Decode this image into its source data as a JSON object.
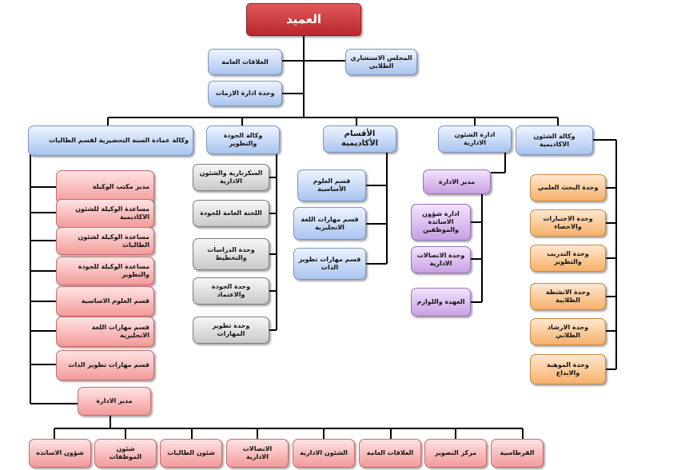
{
  "dean": "العميد",
  "council": "المجلس الاستشاري الطلابي",
  "public_relations": "العلاقات العامة",
  "crisis_unit": "وحدة ادارة الازمات",
  "departments": {
    "prep_agency": "وكالة عمادة السنة التحضيرية لقسم الطالبات",
    "quality_agency": "وكالة الجودة والتطوير",
    "academic_depts": "الأقسام الأكاديمية",
    "admin_affairs": "ادارة الشئون الادارية",
    "academic_agency": "وكالة الشئون الاكاديمية"
  },
  "prep_items": [
    "مدير مكتب الوكيلة",
    "مساعدة الوكيلة للشئون الاكاديمية",
    "مساعدة الوكيلة لشئون الطالبات",
    "مساعدة الوكيلة للجودة والتطوير",
    "قسم العلوم الاساسية",
    "قسم مهارات اللغة الانجليزية",
    "قسم مهارات تطوير الذات"
  ],
  "admin_manager": "مدير الادارة",
  "quality_items": [
    "السكرتارية والشئون الادارية",
    "اللجنة العامة للجودة",
    "وحدة الدراسات والتخطيط",
    "وحدة الجودة والاعتماد",
    "وحدة تطوير المهارات"
  ],
  "academic_items": [
    "قسم العلوم الأساسية",
    "قسم مهارات اللغة الانجليزية",
    "قسم مهارات تطوير الذات"
  ],
  "admin_affairs_manager": "مدير الادارة",
  "admin_affairs_items": [
    "ادارة شؤون الاساتذة والموظفين",
    "وحدة الاتصالات الادارية",
    "العهدة واللوازم"
  ],
  "academic_agency_items": [
    "وحدة البحث العلمي",
    "وحدة الاختبارات والاحصاء",
    "وحدة التدريب والتطوير",
    "وحدة الانشطة الطلابية",
    "وحدة الارشاد الطلابي",
    "وحدة الموهبة والابداع"
  ],
  "bottom_items": [
    "القرطاسية",
    "مركز التصوير",
    "العلاقات العامة",
    "الشئون الادارية",
    "الاتصالات الادارية",
    "شئون الطالبات",
    "شئون الموظفات",
    "شؤون الاساتذة"
  ]
}
